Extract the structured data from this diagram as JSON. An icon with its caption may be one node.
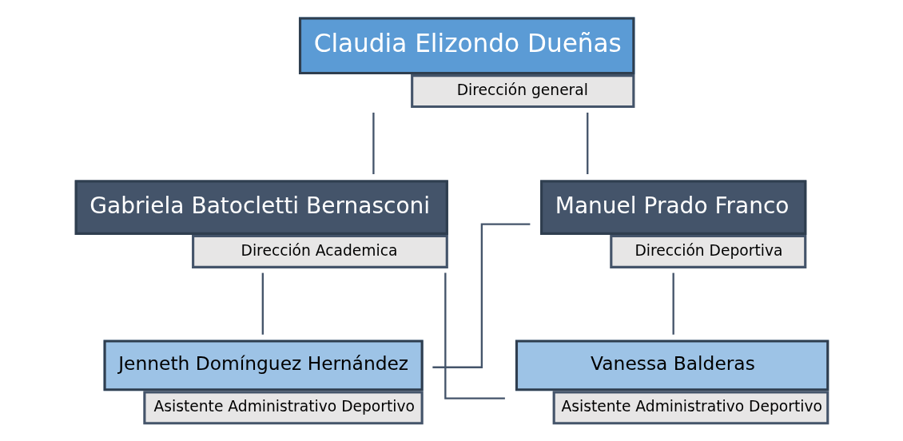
{
  "diagram": {
    "nodes": [
      {
        "text": [
          "Claudia Elizondo Dueñas",
          "Dirección general"
        ]
      },
      {
        "text": [
          "Gabriela Batocletti Bernasconi",
          "Dirección Academica"
        ]
      },
      {
        "text": [
          "Manuel Prado Franco",
          "Dirección Deportiva"
        ]
      },
      {
        "text": [
          "Jenneth Domínguez Hernández",
          "Asistente Administrativo Deportivo"
        ]
      },
      {
        "text": [
          "Vanessa Balderas",
          "Asistente Administrativo Deportivo"
        ]
      }
    ],
    "edges": [
      {
        "from": 0,
        "to": 1,
        "arrow": "none"
      },
      {
        "from": 0,
        "to": 2,
        "arrow": "none"
      },
      {
        "from": 1,
        "to": 3,
        "arrow": "none"
      },
      {
        "from": 1,
        "to": 4,
        "arrow": "none"
      },
      {
        "from": 2,
        "to": 3,
        "arrow": "none"
      },
      {
        "from": 2,
        "to": 4,
        "arrow": "none"
      }
    ]
  }
}
